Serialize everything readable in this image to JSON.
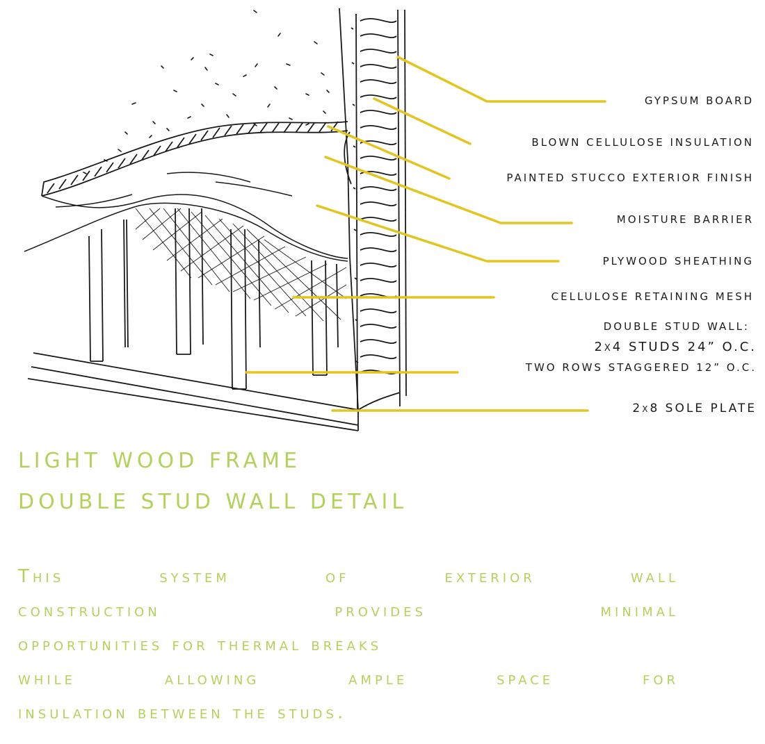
{
  "callouts": {
    "gypsum": "GYPSUM BOARD",
    "blown": "BLOWN CELLULOSE INSULATION",
    "stucco": "PAINTED STUCCO EXTERIOR FINISH",
    "moisture": "MOISTURE BARRIER",
    "plywood": "PLYWOOD SHEATHING",
    "mesh": "CELLULOSE RETAINING MESH",
    "double_stud_1": "DOUBLE STUD WALL:",
    "double_stud_2": "2x4 STUDS 24” O.C.",
    "double_stud_3": "TWO ROWS STAGGERED 12” O.C.",
    "sole_plate": "2x8 SOLE PLATE"
  },
  "title": {
    "line1": "LIGHT WOOD FRAME",
    "line2": "DOUBLE STUD WALL DETAIL"
  },
  "paragraph": {
    "line1": "This system of exterior wall",
    "line2": "construction provides minimal",
    "line3": "opportunities for thermal breaks",
    "line4": "while allowing ample space for",
    "line5": "insulation between the studs."
  },
  "colors": {
    "leader": "#e3c51f",
    "title": "#b3d25a",
    "ink": "#1a1a1a"
  }
}
